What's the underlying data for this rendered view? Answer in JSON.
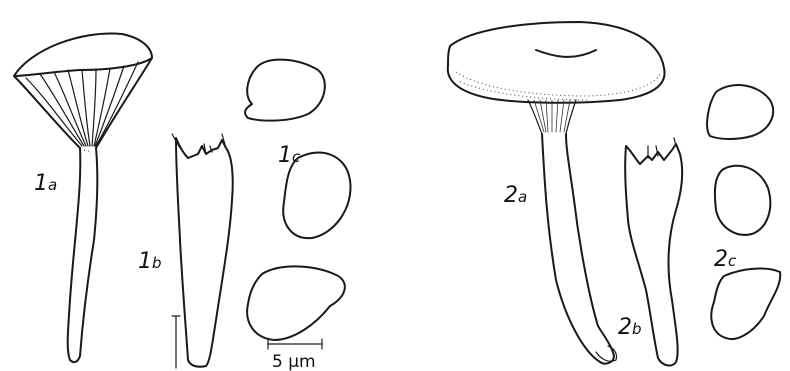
{
  "figure": {
    "labels": {
      "fig1a": {
        "num": "1",
        "sub": "a"
      },
      "fig1b": {
        "num": "1",
        "sub": "b"
      },
      "fig1c": {
        "num": "1",
        "sub": "c"
      },
      "fig2a": {
        "num": "2",
        "sub": "a"
      },
      "fig2b": {
        "num": "2",
        "sub": "b"
      },
      "fig2c": {
        "num": "2",
        "sub": "c"
      }
    },
    "scale_bar": {
      "label": "5 μm"
    }
  }
}
